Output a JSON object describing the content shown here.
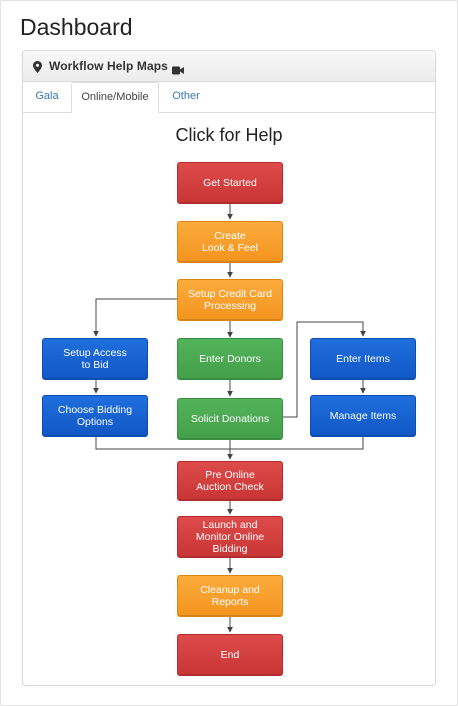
{
  "page": {
    "title": "Dashboard"
  },
  "panel": {
    "title": "Workflow Help Maps",
    "title_icon": "map-marker-icon",
    "trailing_icon": "video-camera-icon"
  },
  "tabs": [
    {
      "label": "Gala",
      "active": false
    },
    {
      "label": "Online/Mobile",
      "active": true
    },
    {
      "label": "Other",
      "active": false
    }
  ],
  "diagram": {
    "title": "Click for Help",
    "colors": {
      "red": "#d33f3f",
      "orange": "#f69b2b",
      "green": "#4aa951",
      "blue": "#1663d3"
    },
    "steps": {
      "get_started": "Get Started",
      "create_look": "Create\nLook & Feel",
      "setup_cc": "Setup Credit Card\nProcessing",
      "setup_access": "Setup Access\nto Bid",
      "choose_bidding": "Choose Bidding\nOptions",
      "enter_donors": "Enter Donors",
      "solicit": "Solicit Donations",
      "enter_items": "Enter Items",
      "manage_items": "Manage Items",
      "pre_online": "Pre Online\nAuction Check",
      "launch": "Launch and\nMonitor Online\nBidding",
      "cleanup": "Cleanup and\nReports",
      "end": "End"
    }
  }
}
